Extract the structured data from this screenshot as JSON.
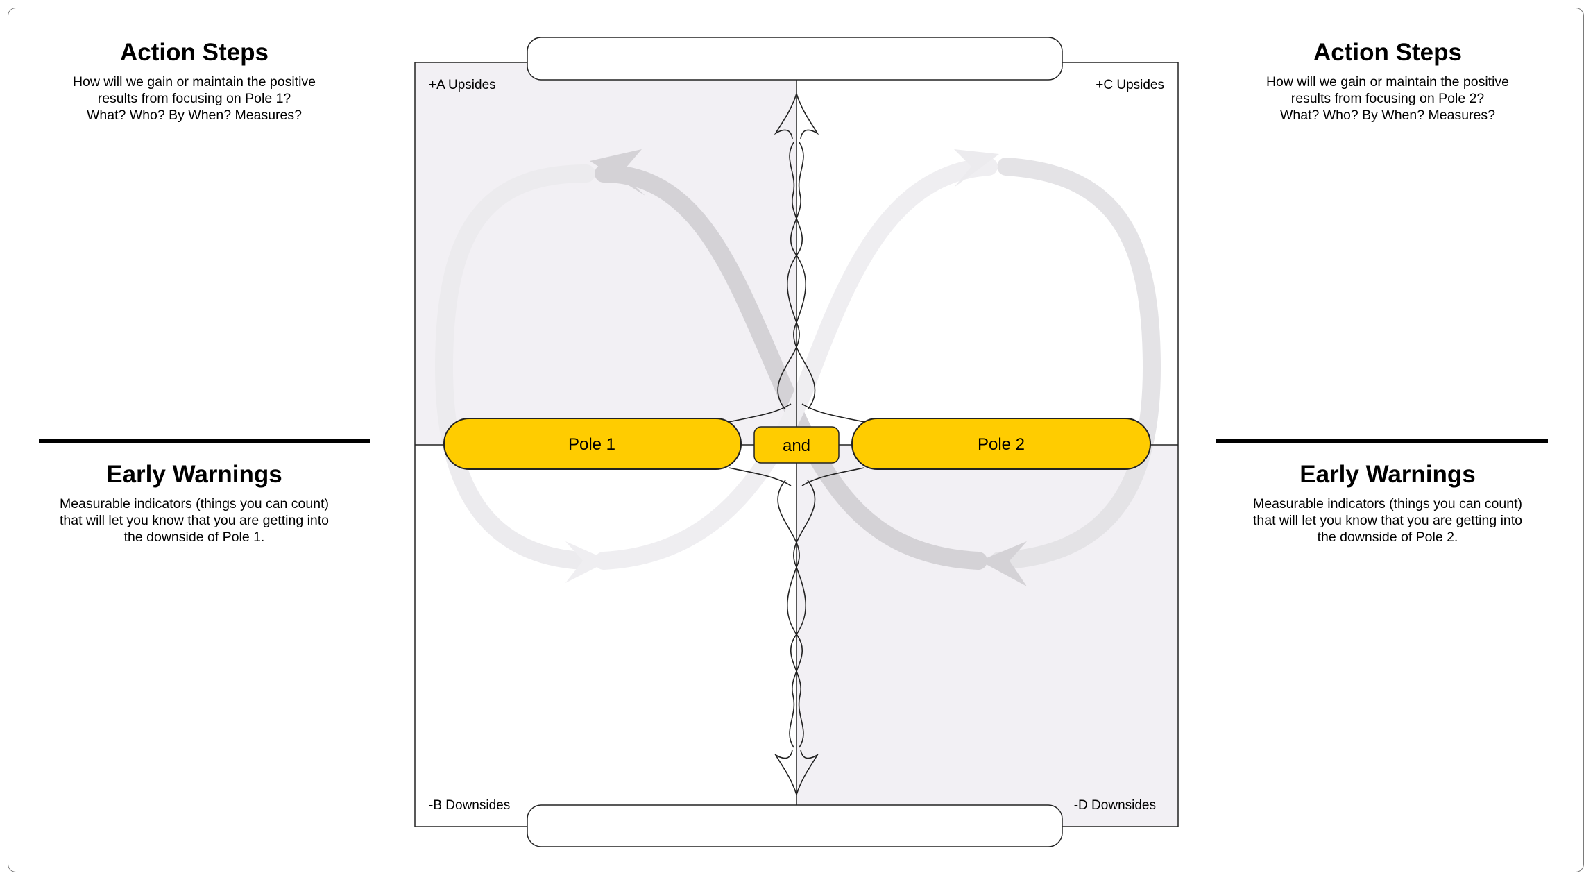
{
  "left": {
    "action": {
      "title": "Action Steps",
      "text": "How will we gain or maintain the positive\nresults from focusing on Pole 1?\nWhat? Who? By When? Measures?"
    },
    "warnings": {
      "title": "Early Warnings",
      "text": "Measurable indicators (things you can count)\nthat will let you know that you are getting into\nthe downside of Pole 1."
    }
  },
  "right": {
    "action": {
      "title": "Action Steps",
      "text": "How will we gain or maintain the positive\nresults from focusing on Pole 2?\nWhat? Who? By When? Measures?"
    },
    "warnings": {
      "title": "Early Warnings",
      "text": "Measurable indicators (things you can count)\nthat will let you know that you are getting into\nthe downside of Pole 2."
    }
  },
  "quadrants": {
    "a": "+A Upsides",
    "b": "-B Downsides",
    "c": "+C Upsides",
    "d": "-D Downsides"
  },
  "poles": {
    "pole1": "Pole 1",
    "and": "and",
    "pole2": "Pole 2"
  },
  "colors": {
    "pole_fill": "#ffcc00",
    "shaded_quadrant": "#f2f0f4",
    "loop_dark": "#d2d0d4",
    "loop_light": "#ecebee",
    "outline": "#222222"
  }
}
